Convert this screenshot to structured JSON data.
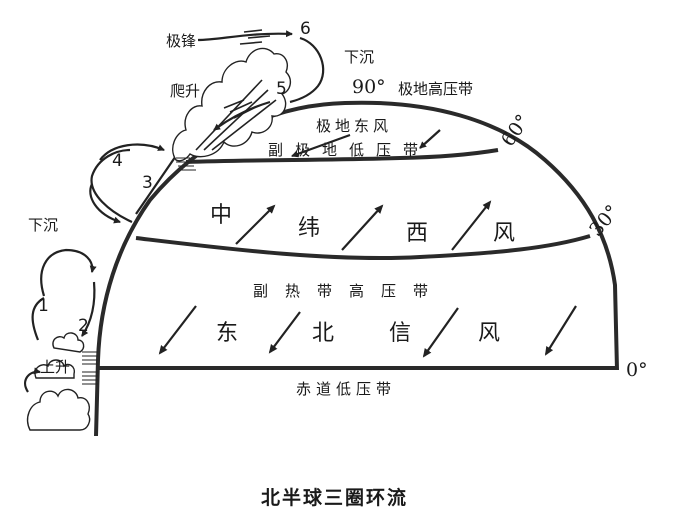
{
  "title": "北半球三圈环流",
  "latitudes": {
    "deg0": "0°",
    "deg30": "30°",
    "deg60": "60°",
    "deg90": "90°"
  },
  "pressure_belts": {
    "equatorial_low": "赤道低压带",
    "subtropical_high": "副热带高压带",
    "subpolar_low": "副极地低压带",
    "polar_high": "极地高压带"
  },
  "winds": {
    "trade": [
      "东",
      "北",
      "信",
      "风"
    ],
    "westerlies": [
      "中",
      "纬",
      "西",
      "风"
    ],
    "polar_easterlies": "极地东风"
  },
  "vertical_labels": {
    "rise_equator": "上升",
    "sink_30": "下沉",
    "climb": "爬升",
    "sink_polar": "下沉",
    "polar_front": "极锋"
  },
  "cell_numbers": [
    "1",
    "2",
    "3",
    "4",
    "5",
    "6"
  ]
}
